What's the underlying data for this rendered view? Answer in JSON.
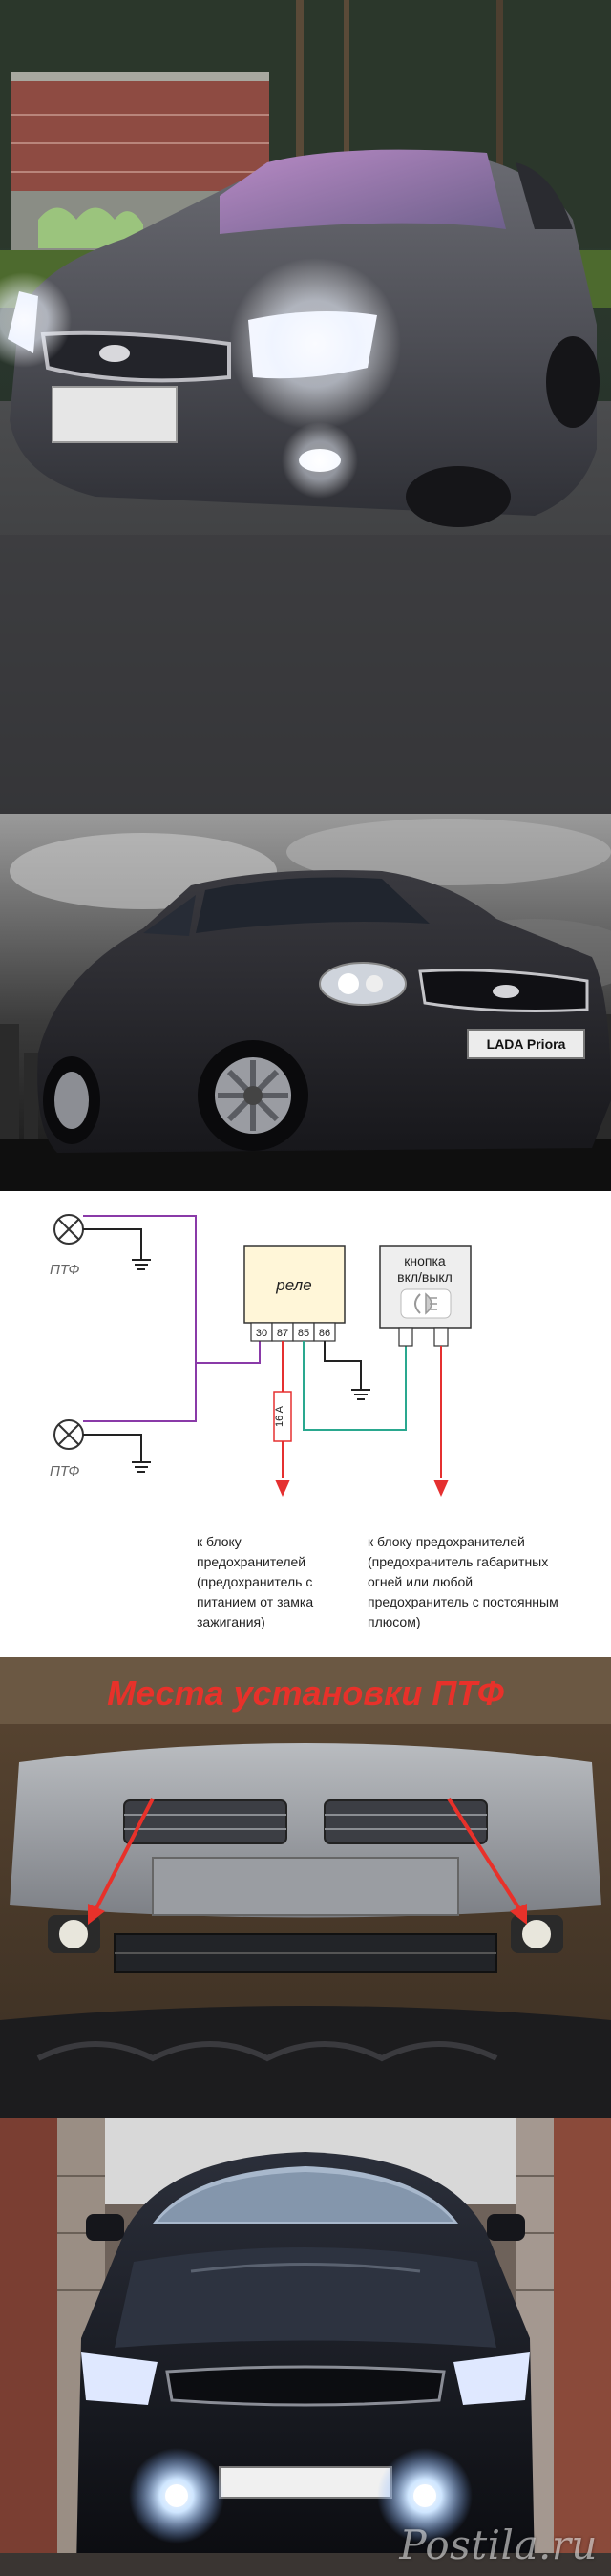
{
  "photo1": {
    "alt": ""
  },
  "photo2": {
    "plate_text": "LADA Priora"
  },
  "diagram": {
    "fog_lamp_label_top": "ПТФ",
    "fog_lamp_label_bottom": "ПТФ",
    "relay_label": "реле",
    "relay_pins": [
      "30",
      "87",
      "85",
      "86"
    ],
    "fuse_label": "16 A",
    "button_label_line1": "кнопка",
    "button_label_line2": "вкл/выкл",
    "note_left": [
      "к блоку",
      "предохранителей",
      "(предохранитель с",
      "питанием от замка",
      "зажигания)"
    ],
    "note_right": [
      "к блоку предохранителей",
      "(предохранитель габаритных",
      "огней или любой",
      "предохранитель с постоянным",
      "плюсом)"
    ],
    "colors": {
      "wire_purple": "#8a3aa8",
      "wire_teal": "#2aa88f",
      "wire_red": "#e53030",
      "wire_black": "#222222"
    }
  },
  "photo3": {
    "caption": "Места установки ПТФ",
    "caption_color": "#e8312a"
  },
  "photo4": {
    "watermark": "Postila.ru"
  }
}
